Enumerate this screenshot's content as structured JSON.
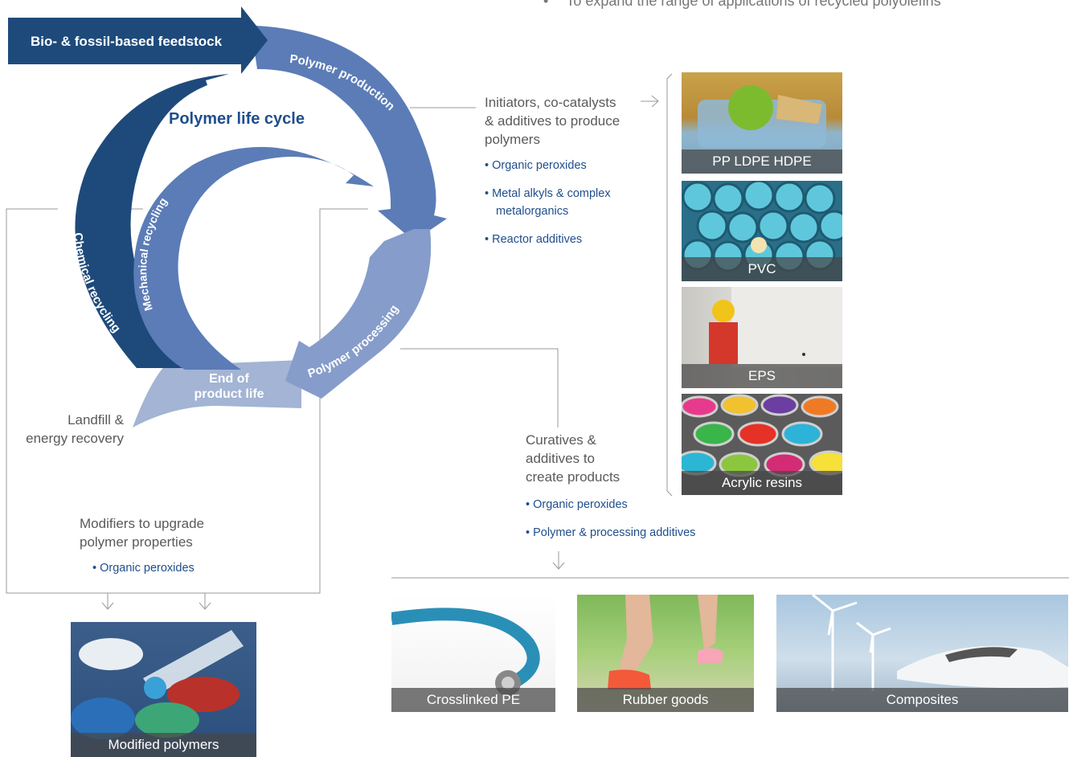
{
  "top_bullet": "To expand the range of applications of recycled polyolefins",
  "cycle": {
    "feedstock": "Bio- & fossil-based feedstock",
    "title": "Polymer life cycle",
    "production": "Polymer production",
    "processing": "Polymer processing",
    "end_line1": "End of",
    "end_line2": "product life",
    "chemical": "Chemical recycling",
    "mechanical": "Mechanical recycling",
    "landfill_line1": "Landfill &",
    "landfill_line2": "energy recovery"
  },
  "initiators": {
    "heading": [
      "Initiators, co-catalysts",
      "& additives to produce",
      "polymers"
    ],
    "items": [
      "Organic peroxides",
      "Metal alkyls & complex",
      "metalorganics",
      "Reactor additives"
    ]
  },
  "curatives": {
    "heading": [
      "Curatives &",
      "additives to",
      "create products"
    ],
    "items": [
      "Organic peroxides",
      "Polymer & processing additives"
    ]
  },
  "modifiers": {
    "heading": [
      "Modifiers to upgrade",
      "polymer properties"
    ],
    "items": [
      "Organic peroxides"
    ]
  },
  "photos": {
    "right_column": [
      "PP LDPE HDPE",
      "PVC",
      "EPS",
      "Acrylic resins"
    ],
    "bottom_row": [
      "Crosslinked PE",
      "Rubber goods",
      "Composites"
    ],
    "modified": "Modified polymers"
  },
  "colors": {
    "dark_navy": "#1d4a7c",
    "mid_blue": "#5b7cb7",
    "light_blue": "#9eb1d2",
    "text_blue": "#1f4e8c"
  }
}
